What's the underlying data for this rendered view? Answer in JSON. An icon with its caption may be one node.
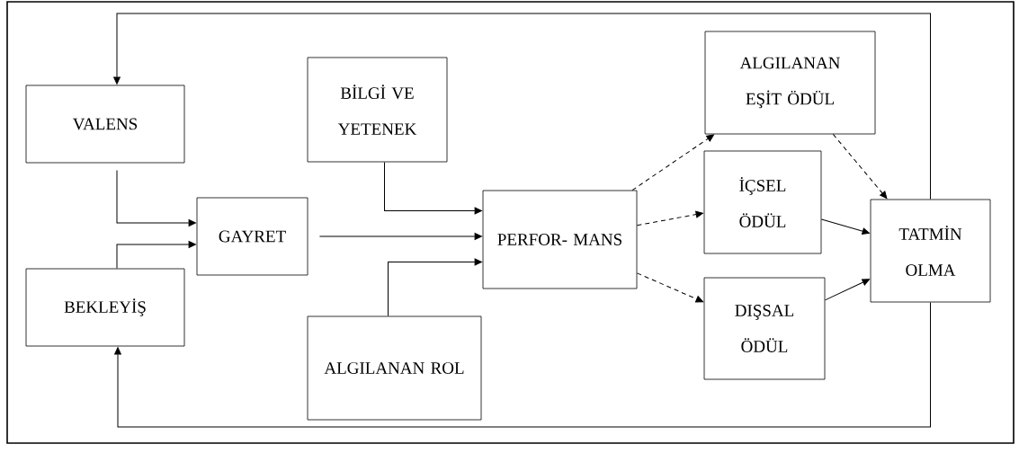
{
  "diagram": {
    "nodes": [
      {
        "text": [
          "VALENS"
        ]
      },
      {
        "text": [
          "BEKLEYİŞ"
        ]
      },
      {
        "text": [
          "GAYRET"
        ]
      },
      {
        "text": [
          "BİLGİ VE YETENEK"
        ]
      },
      {
        "text": [
          "PERFOR- MANS"
        ]
      },
      {
        "text": [
          "ALGILANAN ROL"
        ]
      },
      {
        "text": [
          "ALGILANAN EŞİT ÖDÜL"
        ]
      },
      {
        "text": [
          "İÇSEL ÖDÜL"
        ]
      },
      {
        "text": [
          "DIŞSAL ÖDÜL"
        ]
      },
      {
        "text": [
          "TATMİN OLMA"
        ]
      }
    ],
    "edges": [
      {
        "from": 0,
        "to": 2,
        "arrow": "to"
      },
      {
        "from": 1,
        "to": 2,
        "arrow": "to"
      },
      {
        "from": 3,
        "to": 4,
        "arrow": "to"
      },
      {
        "from": 2,
        "to": 4,
        "arrow": "to"
      },
      {
        "from": 5,
        "to": 4,
        "arrow": "to"
      },
      {
        "from": 4,
        "to": 6,
        "arrow": "to",
        "style": "dashed"
      },
      {
        "from": 4,
        "to": 7,
        "arrow": "to",
        "style": "dashed"
      },
      {
        "from": 4,
        "to": 8,
        "arrow": "to",
        "style": "dashed"
      },
      {
        "from": 6,
        "to": 9,
        "arrow": "to",
        "style": "dashed"
      },
      {
        "from": 7,
        "to": 9,
        "arrow": "to"
      },
      {
        "from": 8,
        "to": 9,
        "arrow": "to"
      },
      {
        "from": 9,
        "to": 0,
        "arrow": "to"
      },
      {
        "from": 9,
        "to": 1,
        "arrow": "to"
      }
    ]
  }
}
